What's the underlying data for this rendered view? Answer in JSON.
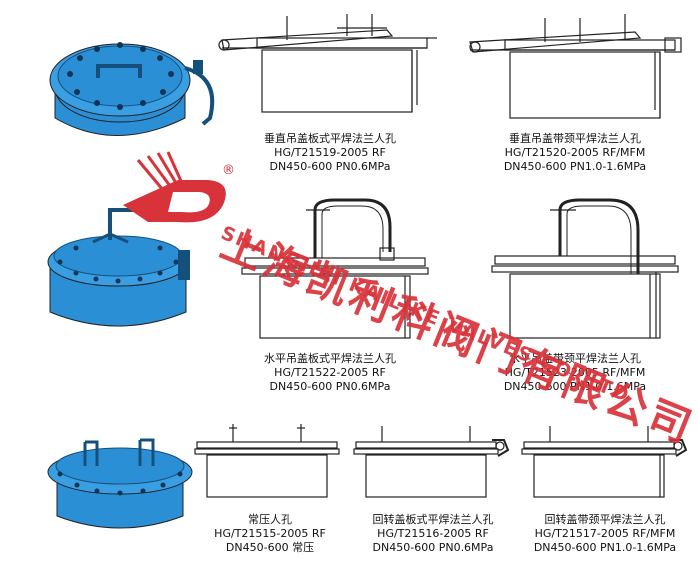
{
  "colors": {
    "steel_blue": "#2b8fd6",
    "steel_dark": "#15507d",
    "outline": "#222222",
    "watermark": "#d8333a"
  },
  "items": [
    {
      "name": "垂直吊盖板式平焊法兰人孔",
      "standard": "HG/T21519-2005 RF",
      "spec": "DN450-600 PN0.6MPa"
    },
    {
      "name": "垂直吊盖带颈平焊法兰人孔",
      "standard": "HG/T21520-2005 RF/MFM",
      "spec": "DN450-600 PN1.0-1.6MPa"
    },
    {
      "name": "水平吊盖板式平焊法兰人孔",
      "standard": "HG/T21522-2005 RF",
      "spec": "DN450-600 PN0.6MPa"
    },
    {
      "name": "水平吊盖带颈平焊法兰人孔",
      "standard": "HG/T21523-2005 RF/MFM",
      "spec": "DN450-600 PN1.0-1.6MPa"
    },
    {
      "name": "常压人孔",
      "standard": "HG/T21515-2005 RF",
      "spec": "DN450-600 常压"
    },
    {
      "name": "回转盖板式平焊法兰人孔",
      "standard": "HG/T21516-2005 RF",
      "spec": "DN450-600 PN0.6MPa"
    },
    {
      "name": "回转盖带颈平焊法兰人孔",
      "standard": "HG/T21517-2005 RF/MFM",
      "spec": "DN450-600 PN1.0-1.6MPa"
    }
  ],
  "watermark": {
    "chinese": "上海凯利科阀门有限公司",
    "english": "SHANGHAI KAILIKE VALVES CO.,LTD",
    "registered": "®"
  }
}
